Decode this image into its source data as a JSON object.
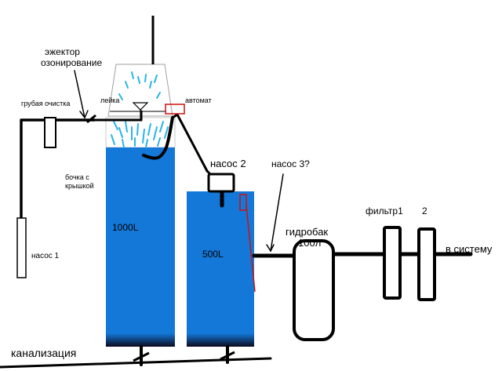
{
  "labels": {
    "ejector_line1": "эжектор",
    "ejector_line2": "озонирование",
    "coarse_filter": "грубая очистка",
    "watering_can": "лейка",
    "automat": "автомат",
    "pump2": "насос 2",
    "pump3": "насос 3?",
    "barrel_line1": "бочка с",
    "barrel_line2": "крышкой",
    "tank_1000": "1000L",
    "tank_500": "500L",
    "pump1": "насос 1",
    "hydrotank_line1": "гидробак",
    "hydrotank_line2": "100л",
    "filter1": "фильтр1",
    "filter2": "2",
    "to_system": "в систему",
    "sewer": "канализация"
  },
  "colors": {
    "tank_fill": "#1478d8",
    "tank_fill_light": "#3a92e6",
    "tank_outline": "#c0c0c0",
    "spray": "#2ab4e8",
    "pipe": "#000000",
    "float_switch": "#d01010",
    "tank_bottom": "#0a0a1e"
  }
}
